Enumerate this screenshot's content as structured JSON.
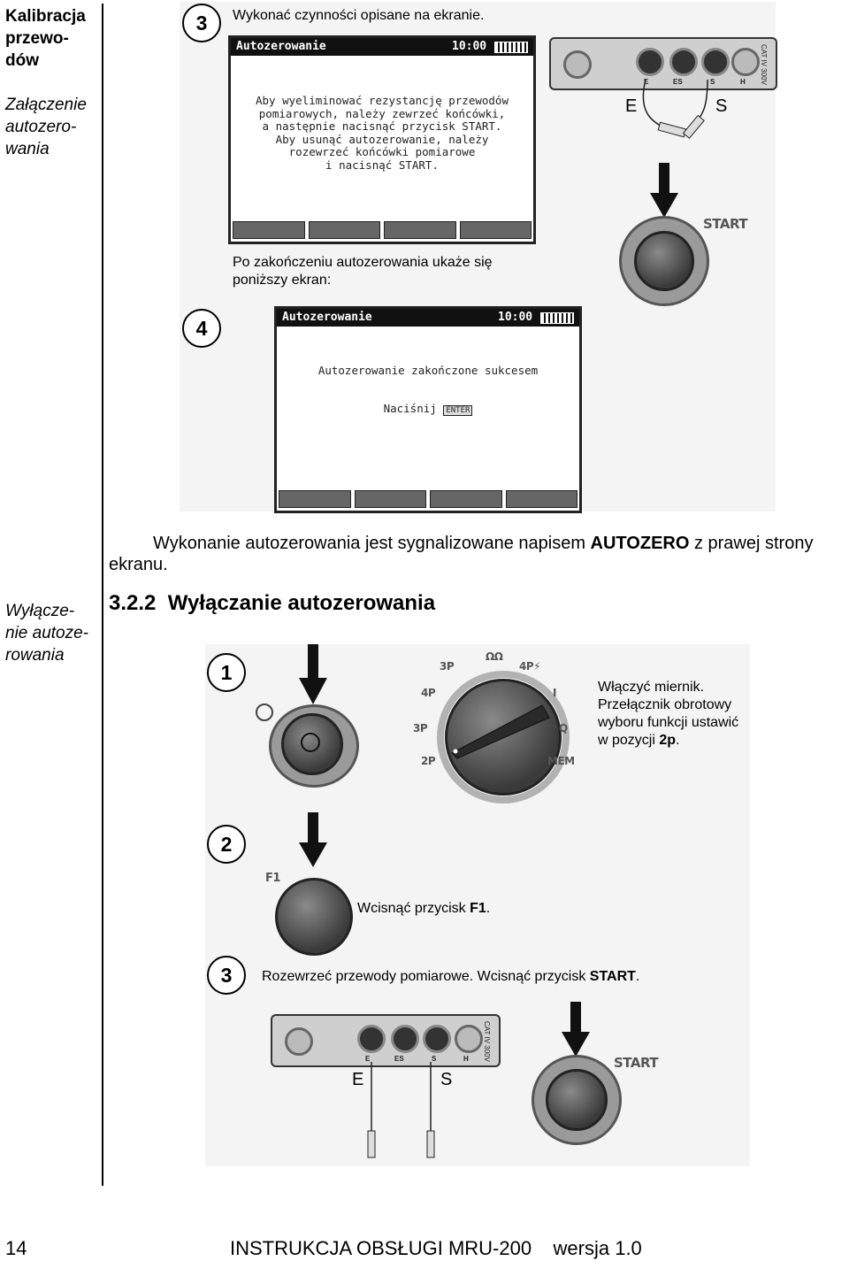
{
  "side": {
    "title": "Kalibracja przewodów",
    "title_lines": [
      "Kalibracja",
      "przewo-",
      "dów"
    ],
    "on_lines": [
      "Załączenie",
      "autozero-",
      "wania"
    ],
    "off_lines": [
      "Wyłącze-",
      "nie autoze-",
      "rowania"
    ]
  },
  "top": {
    "step3": "3",
    "step3_text": "Wykonać czynności opisane na ekranie.",
    "screen1": {
      "title": "Autozerowanie",
      "time": "10:00",
      "lines": [
        "Aby wyeliminować rezystancję przewodów",
        "pomiarowych, należy zewrzeć końcówki,",
        "a następnie nacisnąć przycisk START.",
        "Aby usunąć autozerowanie, należy",
        "rozewrzeć końcówki pomiarowe",
        "i nacisnąć START."
      ]
    },
    "lead_e": "E",
    "lead_s": "S",
    "start": "START",
    "terminals": [
      "E",
      "ES",
      "S",
      "H"
    ],
    "cat": "CAT IV 300V",
    "after_text": [
      "Po zakończeniu autozerowania ukaże się",
      "poniższy ekran:"
    ],
    "step4": "4",
    "screen2": {
      "title": "Autozerowanie",
      "time": "10:00",
      "msg": "Autozerowanie zakończone sukcesem",
      "press": "Naciśnij",
      "enter": "ENTER"
    }
  },
  "paragraph": {
    "pre": "Wykonanie autozerowania jest sygnalizowane napisem ",
    "bold": "AUTOZERO",
    "post": " z prawej strony",
    "line2": "ekranu."
  },
  "section": {
    "number": "3.2.2",
    "title": "Wyłączanie autozerowania"
  },
  "steps": {
    "s1": "1",
    "s1_text": [
      "Włączyć miernik.",
      "Przełącznik obrotowy",
      "wyboru funkcji ustawić"
    ],
    "s1_pre": "w pozycji ",
    "s1_bold": "2p",
    "s1_post": ".",
    "dial": [
      "3P",
      "4P",
      "3P",
      "2P",
      "I",
      "Q",
      "MEM"
    ],
    "dial_4p_arrow": "4P⚡",
    "s2": "2",
    "f1_label": "F1",
    "s2_pre": "Wcisnąć przycisk ",
    "s2_bold": "F1",
    "s2_post": ".",
    "s3": "3",
    "s3_pre": "Rozewrzeć przewody pomiarowe. Wcisnąć przycisk ",
    "s3_bold": "START",
    "s3_post": ".",
    "lead_e": "E",
    "lead_s": "S",
    "start": "START"
  },
  "footer": {
    "page": "14",
    "text": "INSTRUKCJA OBSŁUGI MRU-200    wersja 1.0"
  }
}
